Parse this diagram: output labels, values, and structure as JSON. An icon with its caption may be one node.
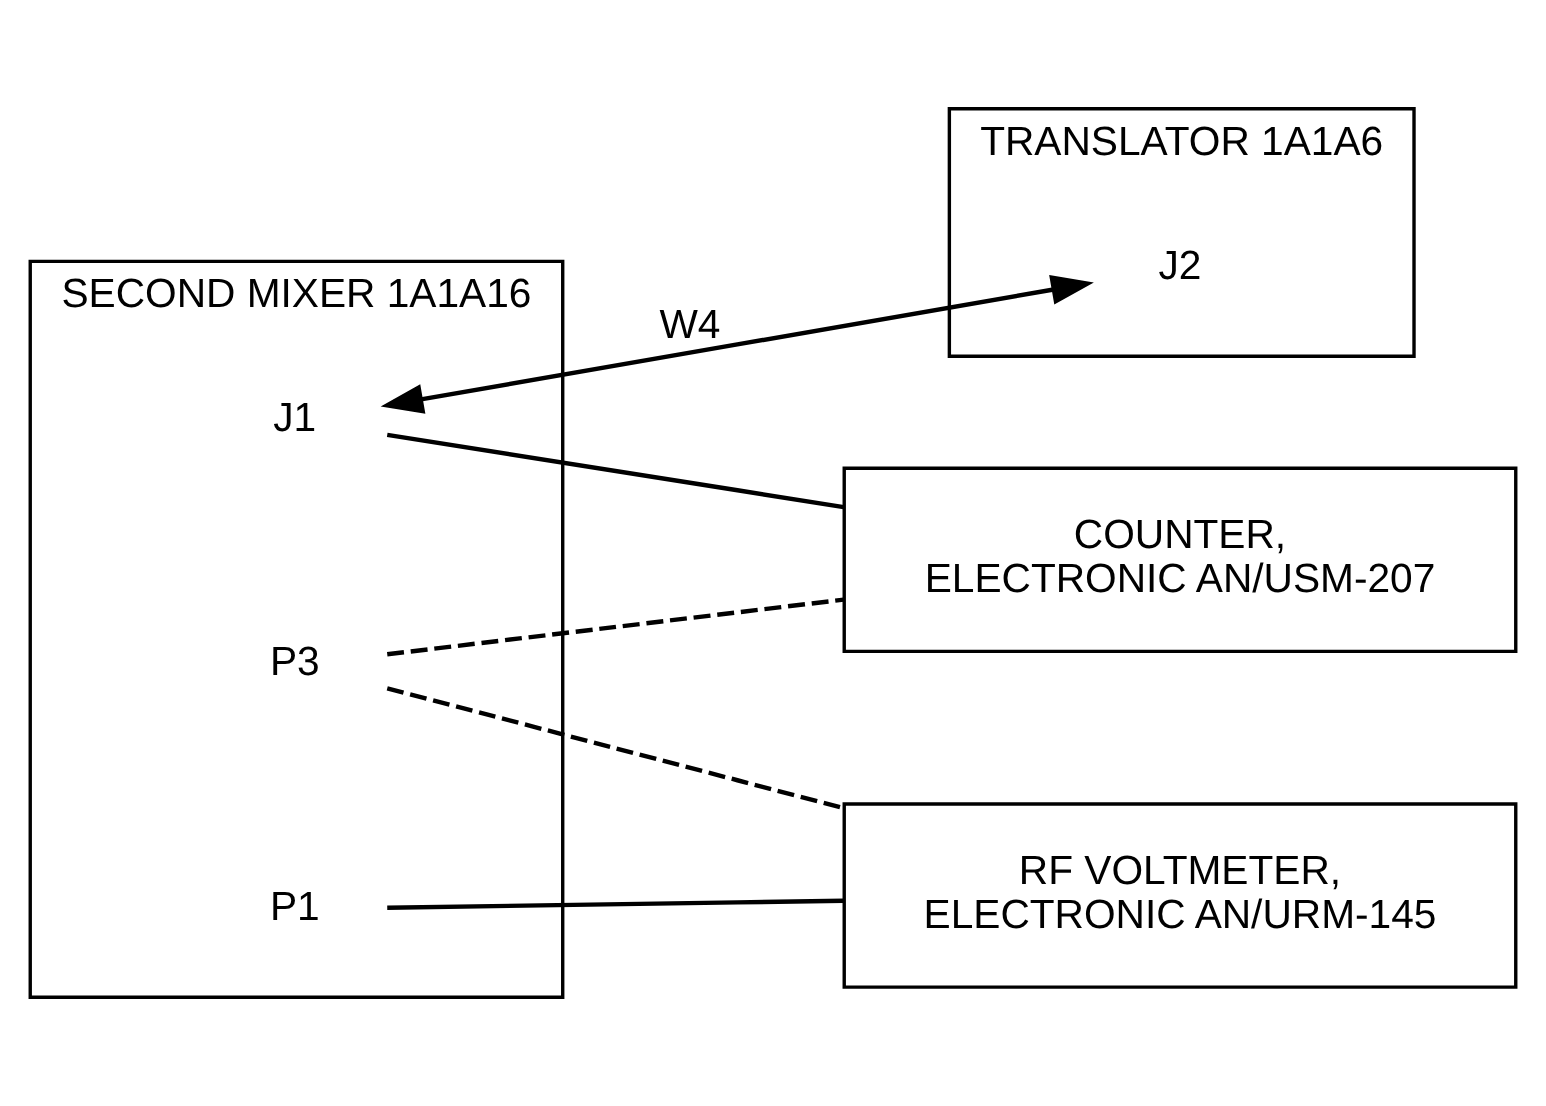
{
  "diagram": {
    "nodes": [
      {
        "text": [
          "TRANSLATOR 1A1A6"
        ]
      },
      {
        "text": [
          "J2"
        ],
        "in": 0
      },
      {
        "text": [
          "SECOND MIXER 1A1A16"
        ]
      },
      {
        "text": [
          "J1"
        ],
        "in": 2
      },
      {
        "text": [
          "P3"
        ],
        "in": 2
      },
      {
        "text": [
          "P1"
        ],
        "in": 2
      },
      {
        "text": [
          "COUNTER, ELECTRONIC AN/USM-207"
        ]
      },
      {
        "text": [
          "RF VOLTMETER, ELECTRONIC AN/URM-145"
        ]
      }
    ],
    "edges": [
      {
        "from": 3,
        "to": 1,
        "arrow": "both",
        "label": "W4"
      },
      {
        "from": 3,
        "to": 6,
        "arrow": "none"
      },
      {
        "from": 4,
        "to": 6,
        "arrow": "none",
        "style": "dashed"
      },
      {
        "from": 4,
        "to": 7,
        "arrow": "none",
        "style": "dashed"
      },
      {
        "from": 5,
        "to": 7,
        "arrow": "none"
      }
    ]
  }
}
